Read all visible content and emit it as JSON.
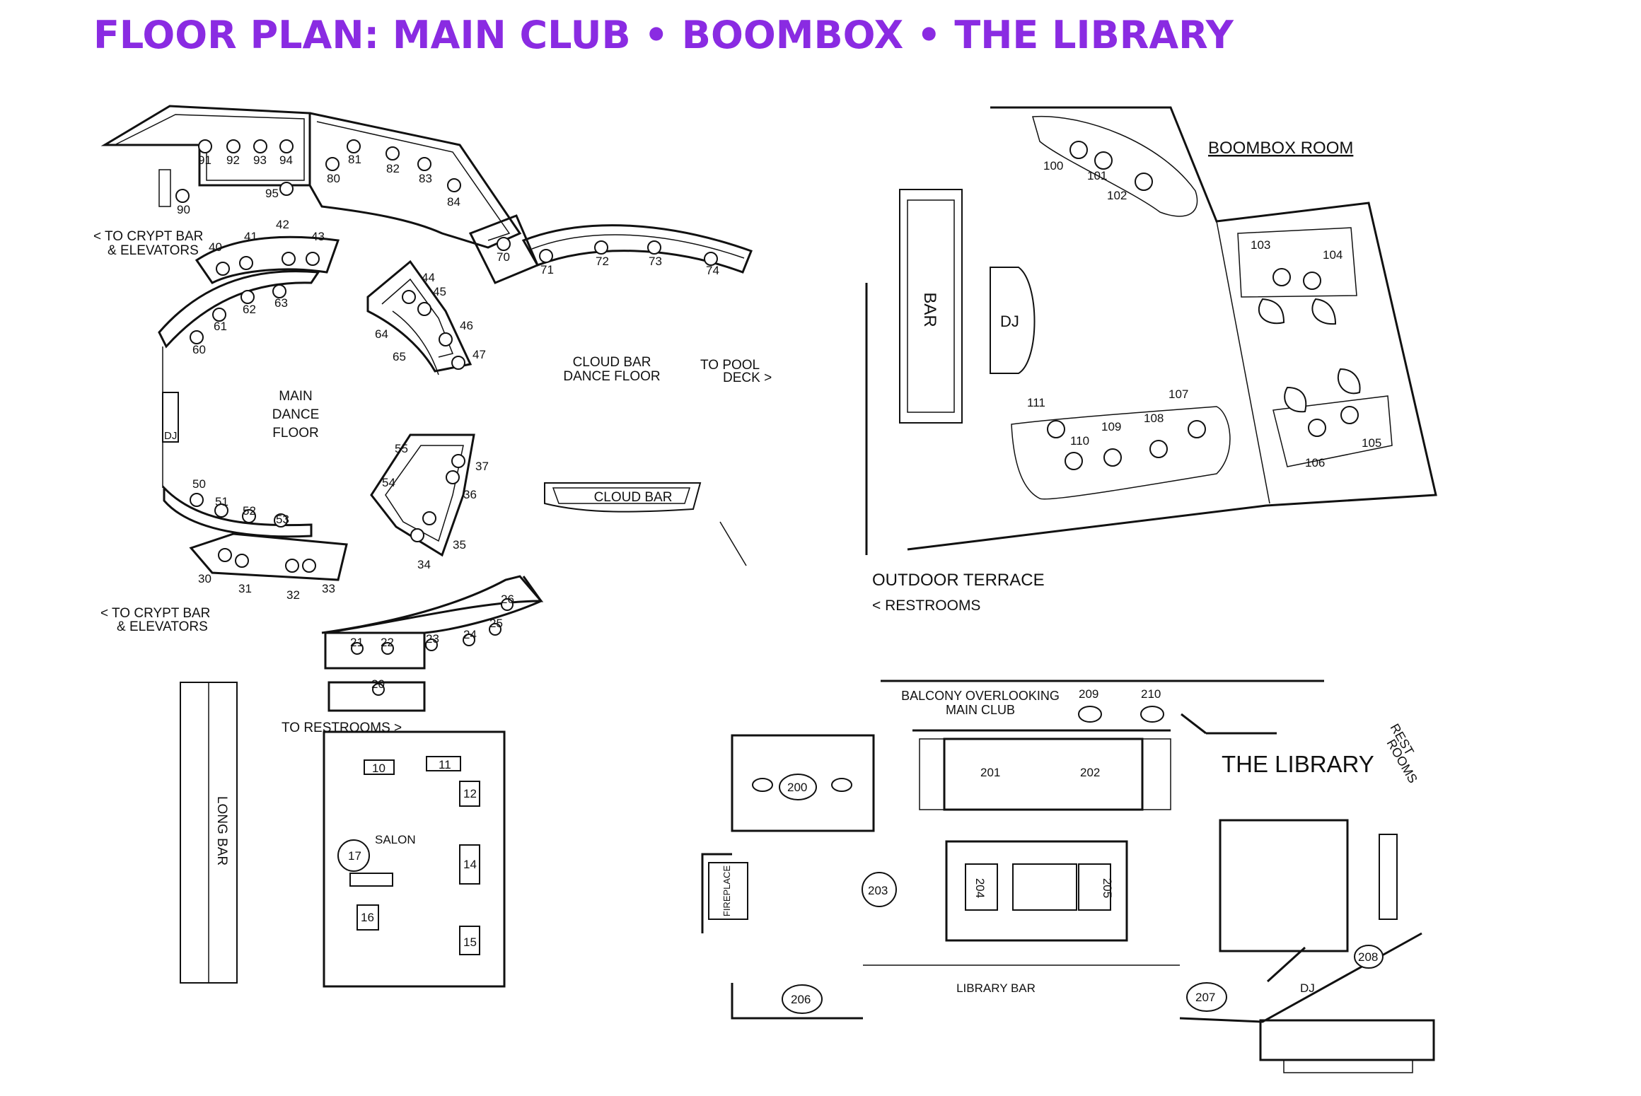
{
  "title": "FLOOR PLAN: MAIN CLUB • BOOMBOX • THE LIBRARY",
  "accent_color": "#8a2be2",
  "main_club": {
    "crypt_bar_top": [
      "< TO CRYPT BAR",
      "& ELEVATORS"
    ],
    "crypt_bar_bottom": [
      "< TO CRYPT BAR",
      "& ELEVATORS"
    ],
    "main_dance_floor": [
      "MAIN",
      "DANCE",
      "FLOOR"
    ],
    "dj": "DJ",
    "cloud_bar_dance_floor": [
      "CLOUD BAR",
      "DANCE FLOOR"
    ],
    "to_pool_deck": [
      "TO POOL",
      "DECK >"
    ],
    "cloud_bar": "CLOUD BAR",
    "long_bar": "LONG BAR",
    "to_restrooms": "TO RESTROOMS >",
    "salon": "SALON",
    "tables": [
      "90",
      "91",
      "92",
      "93",
      "94",
      "95",
      "80",
      "81",
      "82",
      "83",
      "84",
      "70",
      "71",
      "72",
      "73",
      "74",
      "40",
      "41",
      "42",
      "43",
      "60",
      "61",
      "62",
      "63",
      "44",
      "45",
      "46",
      "47",
      "64",
      "65",
      "55",
      "54",
      "37",
      "36",
      "35",
      "34",
      "50",
      "51",
      "52",
      "53",
      "30",
      "31",
      "32",
      "33",
      "26",
      "25",
      "24",
      "23",
      "22",
      "21",
      "20",
      "10",
      "11",
      "12",
      "14",
      "15",
      "16",
      "17"
    ]
  },
  "boombox": {
    "room_label": "BOOMBOX ROOM",
    "bar": "BAR",
    "dj": "DJ",
    "outdoor_terrace": "OUTDOOR TERRACE",
    "restrooms": "< RESTROOMS",
    "tables": [
      "100",
      "101",
      "102",
      "103",
      "104",
      "105",
      "106",
      "107",
      "108",
      "109",
      "110",
      "111"
    ]
  },
  "library": {
    "title": "THE LIBRARY",
    "balcony": [
      "BALCONY OVERLOOKING",
      "MAIN CLUB"
    ],
    "rest_rooms": [
      "REST",
      "ROOMS"
    ],
    "fireplace": "FIREPLACE",
    "library_bar": "LIBRARY BAR",
    "dj": "DJ",
    "tables": [
      "200",
      "201",
      "202",
      "203",
      "204",
      "205",
      "206",
      "207",
      "208",
      "209",
      "210"
    ]
  }
}
